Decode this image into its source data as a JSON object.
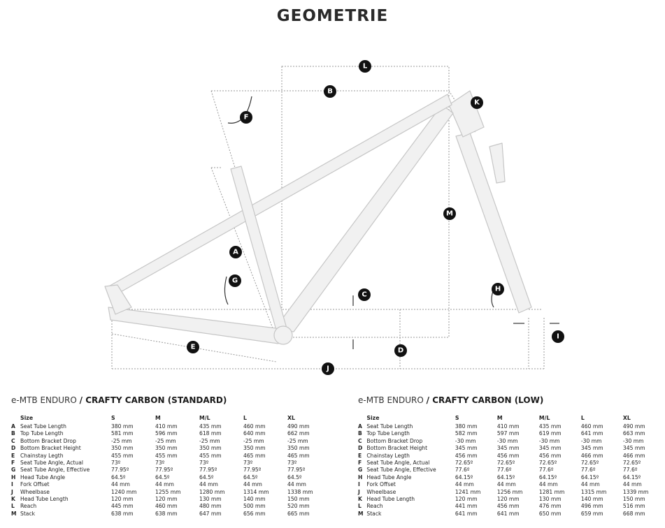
{
  "title": "GEOMETRIE",
  "dimension_labels": [
    "A",
    "B",
    "C",
    "D",
    "E",
    "F",
    "G",
    "H",
    "I",
    "J",
    "K",
    "L",
    "M"
  ],
  "tables": [
    {
      "prefix": "e-MTB ENDURO",
      "suffix": "/ CRAFTY CARBON (STANDARD)",
      "columns": [
        "Size",
        "S",
        "M",
        "M/L",
        "L",
        "XL"
      ],
      "rows": [
        {
          "code": "A",
          "name": "Seat Tube Length",
          "values": [
            "380 mm",
            "410 mm",
            "435 mm",
            "460 mm",
            "490 mm"
          ]
        },
        {
          "code": "B",
          "name": "Top Tube Length",
          "values": [
            "581 mm",
            "596 mm",
            "618 mm",
            "640 mm",
            "662 mm"
          ]
        },
        {
          "code": "C",
          "name": "Bottom Bracket Drop",
          "values": [
            "-25 mm",
            "-25 mm",
            "-25 mm",
            "-25 mm",
            "-25 mm"
          ]
        },
        {
          "code": "D",
          "name": "Bottom Bracket Height",
          "values": [
            "350 mm",
            "350 mm",
            "350 mm",
            "350 mm",
            "350 mm"
          ]
        },
        {
          "code": "E",
          "name": "Chainstay Legth",
          "values": [
            "455 mm",
            "455 mm",
            "455 mm",
            "465 mm",
            "465 mm"
          ]
        },
        {
          "code": "F",
          "name": "Seat Tube Angle, Actual",
          "values": [
            "73º",
            "73º",
            "73º",
            "73º",
            "73º"
          ]
        },
        {
          "code": "G",
          "name": "Seat Tube Angle, Effective",
          "values": [
            "77.95º",
            "77.95º",
            "77.95º",
            "77.95º",
            "77.95º"
          ]
        },
        {
          "code": "H",
          "name": "Head Tube Angle",
          "values": [
            "64.5º",
            "64.5º",
            "64.5º",
            "64.5º",
            "64.5º"
          ]
        },
        {
          "code": "I",
          "name": "Fork Offset",
          "values": [
            "44 mm",
            "44 mm",
            "44 mm",
            "44 mm",
            "44 mm"
          ]
        },
        {
          "code": "J",
          "name": "Wheelbase",
          "values": [
            "1240 mm",
            "1255 mm",
            "1280 mm",
            "1314 mm",
            "1338 mm"
          ]
        },
        {
          "code": "K",
          "name": "Head Tube Length",
          "values": [
            "120 mm",
            "120 mm",
            "130 mm",
            "140 mm",
            "150 mm"
          ]
        },
        {
          "code": "L",
          "name": "Reach",
          "values": [
            "445 mm",
            "460 mm",
            "480 mm",
            "500 mm",
            "520 mm"
          ]
        },
        {
          "code": "M",
          "name": "Stack",
          "values": [
            "638 mm",
            "638 mm",
            "647 mm",
            "656 mm",
            "665 mm"
          ]
        }
      ]
    },
    {
      "prefix": "e-MTB ENDURO",
      "suffix": "/ CRAFTY CARBON (LOW)",
      "columns": [
        "Size",
        "S",
        "M",
        "M/L",
        "L",
        "XL"
      ],
      "rows": [
        {
          "code": "A",
          "name": "Seat Tube Length",
          "values": [
            "380 mm",
            "410 mm",
            "435 mm",
            "460 mm",
            "490 mm"
          ]
        },
        {
          "code": "B",
          "name": "Top Tube Length",
          "values": [
            "582 mm",
            "597 mm",
            "619 mm",
            "641 mm",
            "663 mm"
          ]
        },
        {
          "code": "C",
          "name": "Bottom Bracket Drop",
          "values": [
            "-30 mm",
            "-30 mm",
            "-30 mm",
            "-30 mm",
            "-30 mm"
          ]
        },
        {
          "code": "D",
          "name": "Bottom Bracket Height",
          "values": [
            "345 mm",
            "345 mm",
            "345 mm",
            "345 mm",
            "345 mm"
          ]
        },
        {
          "code": "E",
          "name": "Chainstay Legth",
          "values": [
            "456 mm",
            "456 mm",
            "456 mm",
            "466 mm",
            "466 mm"
          ]
        },
        {
          "code": "F",
          "name": "Seat Tube Angle, Actual",
          "values": [
            "72.65º",
            "72.65º",
            "72.65º",
            "72.65º",
            "72.65º"
          ]
        },
        {
          "code": "G",
          "name": "Seat Tube Angle, Effective",
          "values": [
            "77.6º",
            "77.6º",
            "77.6º",
            "77.6º",
            "77.6º"
          ]
        },
        {
          "code": "H",
          "name": "Head Tube Angle",
          "values": [
            "64.15º",
            "64.15º",
            "64.15º",
            "64.15º",
            "64.15º"
          ]
        },
        {
          "code": "I",
          "name": "Fork Offset",
          "values": [
            "44 mm",
            "44 mm",
            "44 mm",
            "44 mm",
            "44 mm"
          ]
        },
        {
          "code": "J",
          "name": "Wheelbase",
          "values": [
            "1241 mm",
            "1256 mm",
            "1281 mm",
            "1315 mm",
            "1339 mm"
          ]
        },
        {
          "code": "K",
          "name": "Head Tube Length",
          "values": [
            "120 mm",
            "120 mm",
            "130 mm",
            "140 mm",
            "150 mm"
          ]
        },
        {
          "code": "L",
          "name": "Reach",
          "values": [
            "441 mm",
            "456 mm",
            "476 mm",
            "496 mm",
            "516 mm"
          ]
        },
        {
          "code": "M",
          "name": "Stack",
          "values": [
            "641 mm",
            "641 mm",
            "650 mm",
            "659 mm",
            "668 mm"
          ]
        }
      ]
    }
  ]
}
